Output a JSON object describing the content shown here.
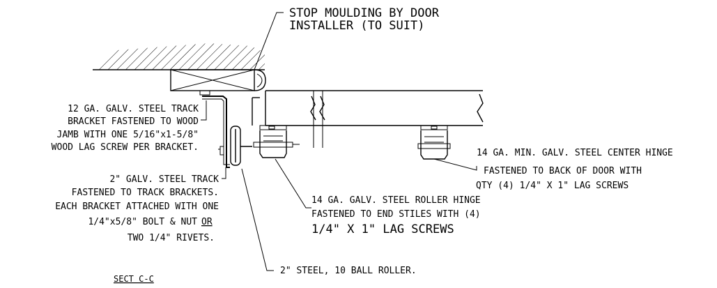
{
  "section_title": "SECT C-C",
  "notes": {
    "stop_moulding": [
      "STOP MOULDING BY DOOR",
      "INSTALLER (TO SUIT)"
    ],
    "track_bracket": [
      "12 GA. GALV. STEEL TRACK",
      "BRACKET FASTENED TO WOOD",
      "JAMB WITH ONE 5/16\"x1-5/8\"",
      "WOOD LAG SCREW PER BRACKET."
    ],
    "steel_track": [
      "2\" GALV. STEEL TRACK",
      "FASTENED TO TRACK BRACKETS.",
      "EACH BRACKET ATTACHED WITH ONE",
      "1/4\"x5/8\" BOLT & NUT",
      "OR",
      "TWO 1/4\" RIVETS."
    ],
    "center_hinge": [
      "14 GA. MIN. GALV. STEEL CENTER HINGE",
      "FASTENED TO BACK OF DOOR WITH",
      "QTY (4)  1/4\" X 1\" LAG SCREWS"
    ],
    "roller_hinge": [
      "14 GA. GALV. STEEL ROLLER HINGE",
      "FASTENED TO END STILES WITH (4)",
      "1/4\" X 1\" LAG SCREWS"
    ],
    "ball_roller": [
      "2\" STEEL, 10 BALL ROLLER."
    ]
  }
}
